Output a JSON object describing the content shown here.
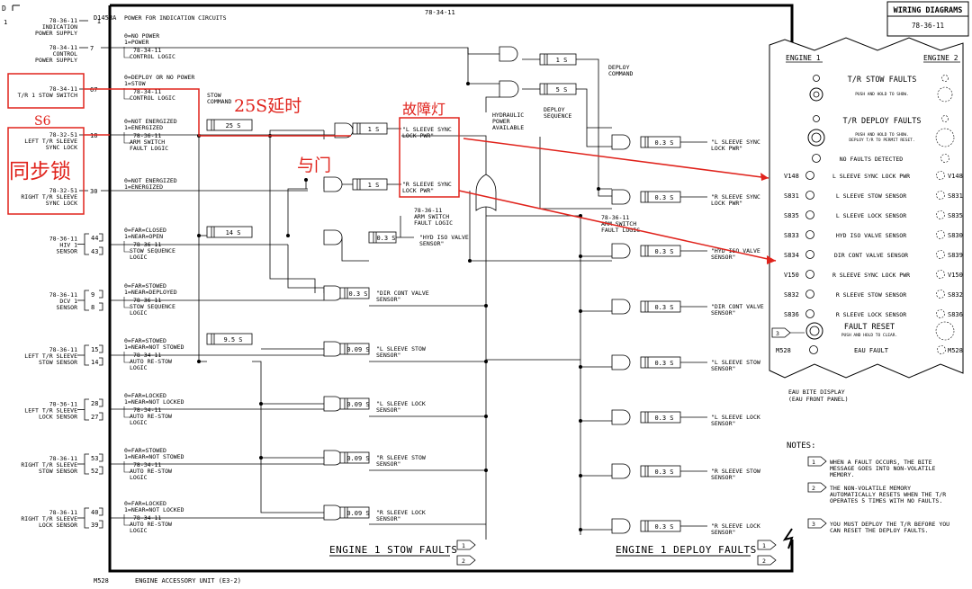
{
  "sheet": {
    "corner_label": "D",
    "corner_num": "1",
    "ref_top": "78-34-11",
    "doc_id": "D1458A",
    "footer_id": "M528",
    "footer_text": "ENGINE ACCESSORY UNIT (E3-2)",
    "title_box": {
      "title": "WIRING DIAGRAMS",
      "ref": "78-36-11"
    }
  },
  "inputs": [
    {
      "pins": [
        "1"
      ],
      "ref": "78-36-11",
      "name": [
        "INDICATION",
        "POWER SUPPLY"
      ],
      "legend": [
        "POWER FOR INDICATION CIRCUITS"
      ],
      "sub": []
    },
    {
      "pins": [
        "7"
      ],
      "ref": "78-34-11",
      "name": [
        "CONTROL",
        "POWER SUPPLY"
      ],
      "legend": [
        "0=NO POWER",
        "1=POWER"
      ],
      "sub": [
        "78-34-11",
        "CONTROL LOGIC"
      ]
    },
    {
      "pins": [
        "67"
      ],
      "ref": "78-34-11",
      "name": [
        "T/R 1 STOW SWITCH"
      ],
      "legend": [
        "0=DEPLOY OR NO POWER",
        "1=STOW"
      ],
      "sub": [
        "78-34-11",
        "CONTROL LOGIC"
      ]
    },
    {
      "pins": [
        "18"
      ],
      "ref": "78-32-51",
      "name": [
        "LEFT T/R SLEEVE",
        "SYNC LOCK"
      ],
      "legend": [
        "0=NOT ENERGIZED",
        "1=ENERGIZED"
      ],
      "sub": [
        "78-36-11",
        "ARM SWITCH",
        "FAULT LOGIC"
      ]
    },
    {
      "pins": [
        "30"
      ],
      "ref": "78-32-51",
      "name": [
        "RIGHT T/R SLEEVE",
        "SYNC LOCK"
      ],
      "legend": [
        "0=NOT ENERGIZED",
        "1=ENERGIZED"
      ],
      "sub": []
    },
    {
      "pins": [
        "44",
        "43"
      ],
      "ref": "78-36-11",
      "name": [
        "HIV 1",
        "SENSOR"
      ],
      "legend": [
        "0=FAR=CLOSED",
        "1=NEAR=OPEN"
      ],
      "sub": [
        "78-36-11",
        "STOW SEQUENCE",
        "LOGIC"
      ]
    },
    {
      "pins": [
        "9",
        "8"
      ],
      "ref": "78-36-11",
      "name": [
        "DCV 1",
        "SENSOR"
      ],
      "legend": [
        "0=FAR=STOWED",
        "1=NEAR=DEPLOYED"
      ],
      "sub": [
        "78-36-11",
        "STOW SEQUENCE",
        "LOGIC"
      ]
    },
    {
      "pins": [
        "15",
        "14"
      ],
      "ref": "78-36-11",
      "name": [
        "LEFT T/R SLEEVE",
        "STOW SENSOR"
      ],
      "legend": [
        "0=FAR=STOWED",
        "1=NEAR=NOT STOWED"
      ],
      "sub": [
        "78-34-11",
        "AUTO RE-STOW",
        "LOGIC"
      ]
    },
    {
      "pins": [
        "28",
        "27"
      ],
      "ref": "78-36-11",
      "name": [
        "LEFT T/R SLEEVE",
        "LOCK SENSOR"
      ],
      "legend": [
        "0=FAR=LOCKED",
        "1=NEAR=NOT LOCKED"
      ],
      "sub": [
        "78-34-11",
        "AUTO RE-STOW",
        "LOGIC"
      ]
    },
    {
      "pins": [
        "53",
        "52"
      ],
      "ref": "78-36-11",
      "name": [
        "RIGHT T/R SLEEVE",
        "STOW SENSOR"
      ],
      "legend": [
        "0=FAR=STOWED",
        "1=NEAR=NOT STOWED"
      ],
      "sub": [
        "78-34-11",
        "AUTO RE-STOW",
        "LOGIC"
      ]
    },
    {
      "pins": [
        "40",
        "39"
      ],
      "ref": "78-36-11",
      "name": [
        "RIGHT T/R SLEEVE",
        "LOCK SENSOR"
      ],
      "legend": [
        "0=FAR=LOCKED",
        "1=NEAR=NOT LOCKED"
      ],
      "sub": [
        "78-34-11",
        "AUTO RE-STOW",
        "LOGIC"
      ]
    }
  ],
  "stow_command": [
    "STOW",
    "COMMAND"
  ],
  "delays": {
    "d1": "1 S",
    "d5": "5 S",
    "d25": "25 S",
    "dL": "1 S",
    "dR": "1 S",
    "d14": "14 S",
    "d95": "9.5 S",
    "dHyd": "0.3 S",
    "dDir": "0.3 S",
    "dSs1": "0.09 S",
    "dSl1": "0.09 S",
    "dSs2": "0.09 S",
    "dSl2": "0.09 S"
  },
  "mid_labels": {
    "l_sync": [
      "\"L SLEEVE SYNC",
      "LOCK PWR\""
    ],
    "r_sync": [
      "\"R SLEEVE SYNC",
      "LOCK PWR\""
    ],
    "hyd": [
      "\"HYD ISO VALVE",
      "SENSOR\""
    ],
    "dir": [
      "\"DIR CONT VALVE",
      "SENSOR\""
    ],
    "l_stow": [
      "\"L SLEEVE STOW",
      "SENSOR\""
    ],
    "l_lock": [
      "\"L SLEEVE LOCK",
      "SENSOR\""
    ],
    "r_stow": [
      "\"R SLEEVE STOW",
      "SENSOR\""
    ],
    "r_lock": [
      "\"R SLEEVE LOCK",
      "SENSOR\""
    ],
    "arm_ref": [
      "78-36-11",
      "ARM SWITCH",
      "FAULT LOGIC"
    ],
    "hyd_power": [
      "HYDRAULIC",
      "POWER",
      "AVAILABLE"
    ],
    "deploy_seq": [
      "DEPLOY",
      "SEQUENCE"
    ],
    "deploy_cmd": [
      "DEPLOY",
      "COMMAND"
    ],
    "arm_ref2": [
      "78-36-11",
      "ARM SWITCH",
      "FAULT LOGIC"
    ]
  },
  "outputs": {
    "delay": "0.3 S",
    "items": [
      [
        "\"L SLEEVE SYNC",
        "LOCK PWR\""
      ],
      [
        "\"R SLEEVE SYNC",
        "LOCK PWR\""
      ],
      [
        "\"HYD ISO VALVE",
        "SENSOR\""
      ],
      [
        "\"DIR CONT VALVE",
        "SENSOR\""
      ],
      [
        "\"L SLEEVE STOW",
        "SENSOR\""
      ],
      [
        "\"L SLEEVE LOCK",
        "SENSOR\""
      ],
      [
        "\"R SLEEVE STOW",
        "SENSOR\""
      ],
      [
        "\"R SLEEVE LOCK",
        "SENSOR\""
      ]
    ]
  },
  "bottom_labels": {
    "stow": "ENGINE 1 STOW FAULTS",
    "deploy": "ENGINE 1 DEPLOY FAULTS",
    "n1": "1",
    "n2": "2"
  },
  "annotations": {
    "delay25": "25S延时",
    "s6": "S6",
    "sync_lock": "同步锁",
    "fault_lamp": "故障灯",
    "and_gate": "与门"
  },
  "panel": {
    "engine1": "ENGINE 1",
    "engine2": "ENGINE 2",
    "stow_faults": "T/R STOW FAULTS",
    "push_show": "PUSH AND HOLD TO SHOW.",
    "deploy_faults": "T/R DEPLOY FAULTS",
    "push_show2": "PUSH AND HOLD TO SHOW.",
    "deploy_hint": "DEPLOY T/R TO PERMIT RESET.",
    "no_faults": "NO FAULTS DETECTED",
    "rows": [
      {
        "left": "V148",
        "label": "L SLEEVE SYNC LOCK PWR",
        "right": "V148"
      },
      {
        "left": "S831",
        "label": "L SLEEVE STOW SENSOR",
        "right": "S831"
      },
      {
        "left": "S835",
        "label": "L SLEEVE LOCK SENSOR",
        "right": "S835"
      },
      {
        "left": "S833",
        "label": "HYD ISO VALVE SENSOR",
        "right": "S830"
      },
      {
        "left": "S834",
        "label": "DIR CONT VALVE SENSOR",
        "right": "S839"
      },
      {
        "left": "V150",
        "label": "R SLEEVE SYNC LOCK PWR",
        "right": "V150"
      },
      {
        "left": "S832",
        "label": "R SLEEVE STOW SENSOR",
        "right": "S832"
      },
      {
        "left": "S836",
        "label": "R SLEEVE LOCK SENSOR",
        "right": "S836"
      }
    ],
    "fault_reset": "FAULT RESET",
    "push_clear": "PUSH AND HOLD TO CLEAR.",
    "reset_note": "3",
    "eau_left": "M528",
    "eau_fault": "EAU FAULT",
    "eau_right": "M528",
    "caption": [
      "EAU BITE DISPLAY",
      "(EAU FRONT PANEL)"
    ]
  },
  "notes": {
    "title": "NOTES:",
    "items": [
      {
        "n": "1",
        "lines": [
          "WHEN A FAULT OCCURS, THE BITE",
          "MESSAGE GOES INTO NON-VOLATILE",
          "MEMORY."
        ]
      },
      {
        "n": "2",
        "lines": [
          "THE NON-VOLATILE MEMORY",
          "AUTOMATICALLY RESETS WHEN THE T/R",
          "OPERATES 5 TIMES WITH NO FAULTS."
        ]
      },
      {
        "n": "3",
        "lines": [
          "YOU MUST DEPLOY THE T/R BEFORE YOU",
          "CAN RESET THE DEPLOY FAULTS."
        ]
      }
    ]
  }
}
